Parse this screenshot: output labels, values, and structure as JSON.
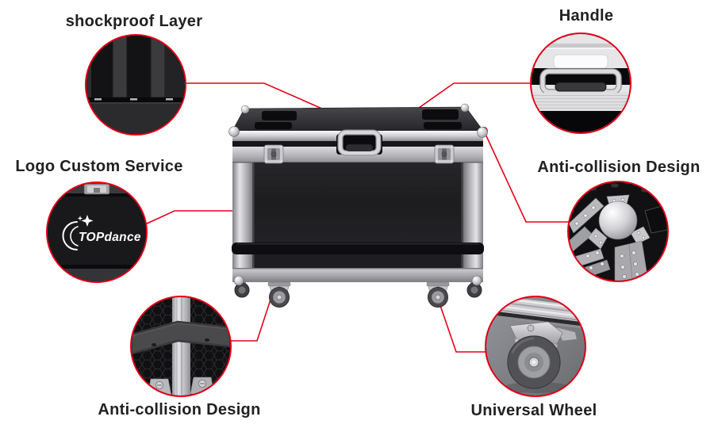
{
  "colors": {
    "accent": "#e50019",
    "label_text": "#212121",
    "background": "#ffffff"
  },
  "brand": {
    "logo_text": "TOPdance"
  },
  "callouts": [
    {
      "id": "shockproof-layer",
      "label": "shockproof Layer",
      "subject": "case-interior-foam-photo"
    },
    {
      "id": "handle",
      "label": "Handle",
      "subject": "recessed-handle-photo"
    },
    {
      "id": "logo-custom-service",
      "label": "Logo Custom Service",
      "subject": "branded-logo-panel-photo"
    },
    {
      "id": "anti-collision-corner",
      "label": "Anti-collision Design",
      "subject": "ball-corner-protector-photo"
    },
    {
      "id": "anti-collision-bumper",
      "label": "Anti-collision Design",
      "subject": "rubber-bumper-edge-photo"
    },
    {
      "id": "universal-wheel",
      "label": "Universal Wheel",
      "subject": "caster-wheel-photo"
    }
  ]
}
